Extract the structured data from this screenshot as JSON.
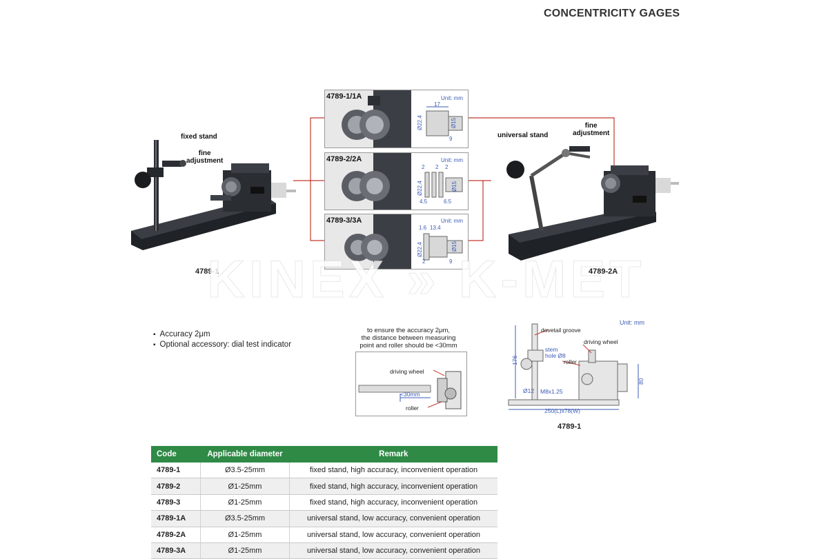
{
  "page": {
    "title": "CONCENTRICITY GAGES"
  },
  "watermark": {
    "text": "KINEX » K-MET"
  },
  "left_photo": {
    "label_fixed_stand": "fixed stand",
    "label_fine_adjustment": "fine\nadjustment",
    "model": "4789-1"
  },
  "right_photo": {
    "label_universal_stand": "universal stand",
    "label_fine_adjustment": "fine\nadjustment",
    "model": "4789-2A"
  },
  "panels": [
    {
      "code": "4789-1/1A",
      "unit": "Unit: mm",
      "dims": [
        "17",
        "Ø22.4",
        "Ø15",
        "9"
      ]
    },
    {
      "code": "4789-2/2A",
      "unit": "Unit: mm",
      "dims": [
        "2",
        "2",
        "2",
        "Ø22.4",
        "Ø15",
        "4.5",
        "6.5"
      ]
    },
    {
      "code": "4789-3/3A",
      "unit": "Unit: mm",
      "dims": [
        "1.6",
        "13.4",
        "Ø22.4",
        "Ø15",
        "2",
        "9"
      ]
    }
  ],
  "features": [
    "Accuracy 2μm",
    "Optional accessory: dial test indicator"
  ],
  "accuracy_note": {
    "text": "to ensure the accuracy 2μm,\nthe distance between measuring\npoint and roller should be <30mm",
    "driving_wheel": "driving wheel",
    "distance": "<30mm",
    "roller": "roller"
  },
  "drawing": {
    "unit": "Unit: mm",
    "dovetail_groove": "dovetail groove",
    "driving_wheel": "driving wheel",
    "stem_hole": "stem\nhole Ø8",
    "roller": "roller",
    "height": "176",
    "rod_dia": "Ø12",
    "thread": "M8x1.25",
    "right_height": "80",
    "base": "250(L)x78(W)",
    "model": "4789-1"
  },
  "table": {
    "headers": [
      "Code",
      "Applicable diameter",
      "Remark"
    ],
    "rows": [
      [
        "4789-1",
        "Ø3.5-25mm",
        "fixed stand, high accuracy, inconvenient operation"
      ],
      [
        "4789-2",
        "Ø1-25mm",
        "fixed stand, high accuracy, inconvenient operation"
      ],
      [
        "4789-3",
        "Ø1-25mm",
        "fixed stand, high accuracy, inconvenient operation"
      ],
      [
        "4789-1A",
        "Ø3.5-25mm",
        "universal stand, low accuracy, convenient operation"
      ],
      [
        "4789-2A",
        "Ø1-25mm",
        "universal stand, low accuracy, convenient operation"
      ],
      [
        "4789-3A",
        "Ø1-25mm",
        "universal stand, low accuracy, convenient operation"
      ]
    ]
  },
  "colors": {
    "header_green": "#2f8a46",
    "connector_red": "#c0392b",
    "dim_blue": "#3b5bb5"
  }
}
